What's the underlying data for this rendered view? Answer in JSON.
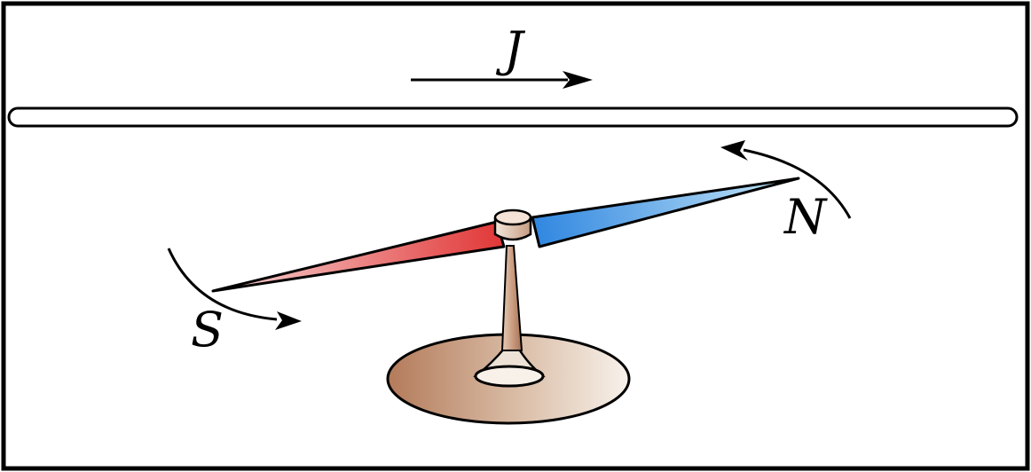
{
  "labels": {
    "current": "J",
    "north": "N",
    "south": "S"
  },
  "colors": {
    "frame": "#000000",
    "north_pole": "#2f86e0",
    "north_pole_light": "#bfe3f7",
    "south_pole": "#e23a3a",
    "south_pole_light": "#f7d0d0",
    "stand": "#b9856a",
    "stand_light": "#f3ebe4"
  }
}
